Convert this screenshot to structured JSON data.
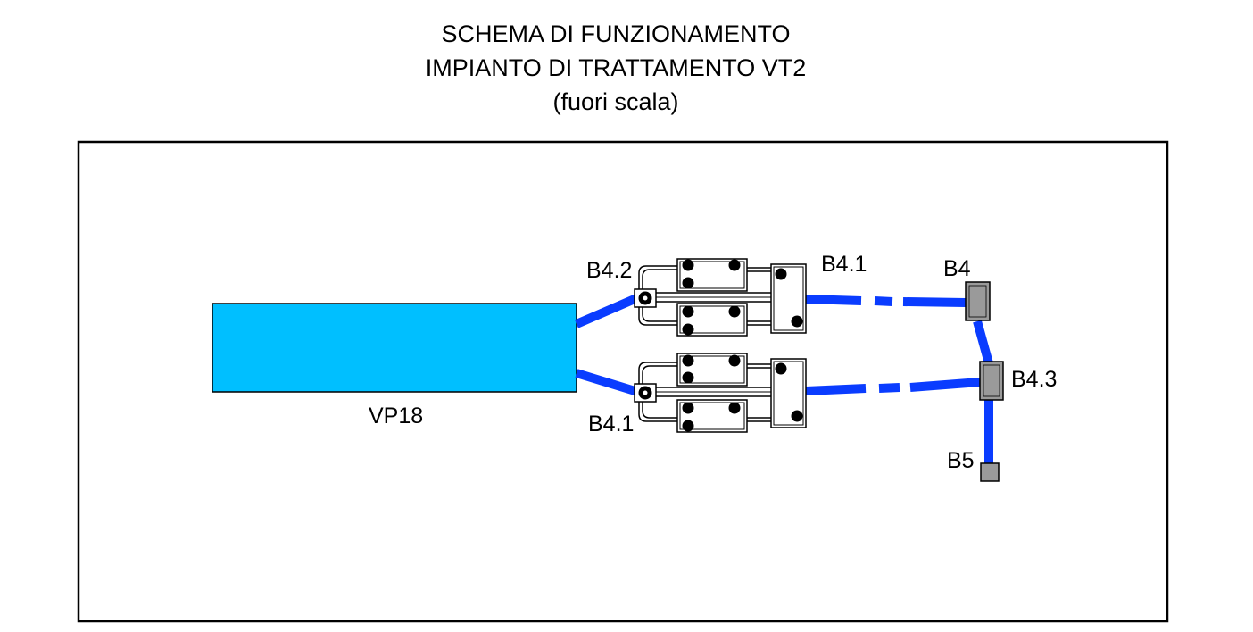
{
  "title": {
    "line1": "SCHEMA DI FUNZIONAMENTO",
    "line2": "IMPIANTO DI TRATTAMENTO VT2",
    "line3": "(fuori scala)"
  },
  "colors": {
    "basin_fill": "#00BFFF",
    "pipe": "#0A3CFF",
    "manhole_fill": "#9A9A9A",
    "outline": "#000000"
  },
  "labels": {
    "basin": "VP18",
    "upper_inlet": "B4.2",
    "lower_inlet": "B4.1",
    "upper_outlet": "B4.1",
    "manhole_b4": "B4",
    "manhole_b43": "B4.3",
    "manhole_b5": "B5"
  }
}
